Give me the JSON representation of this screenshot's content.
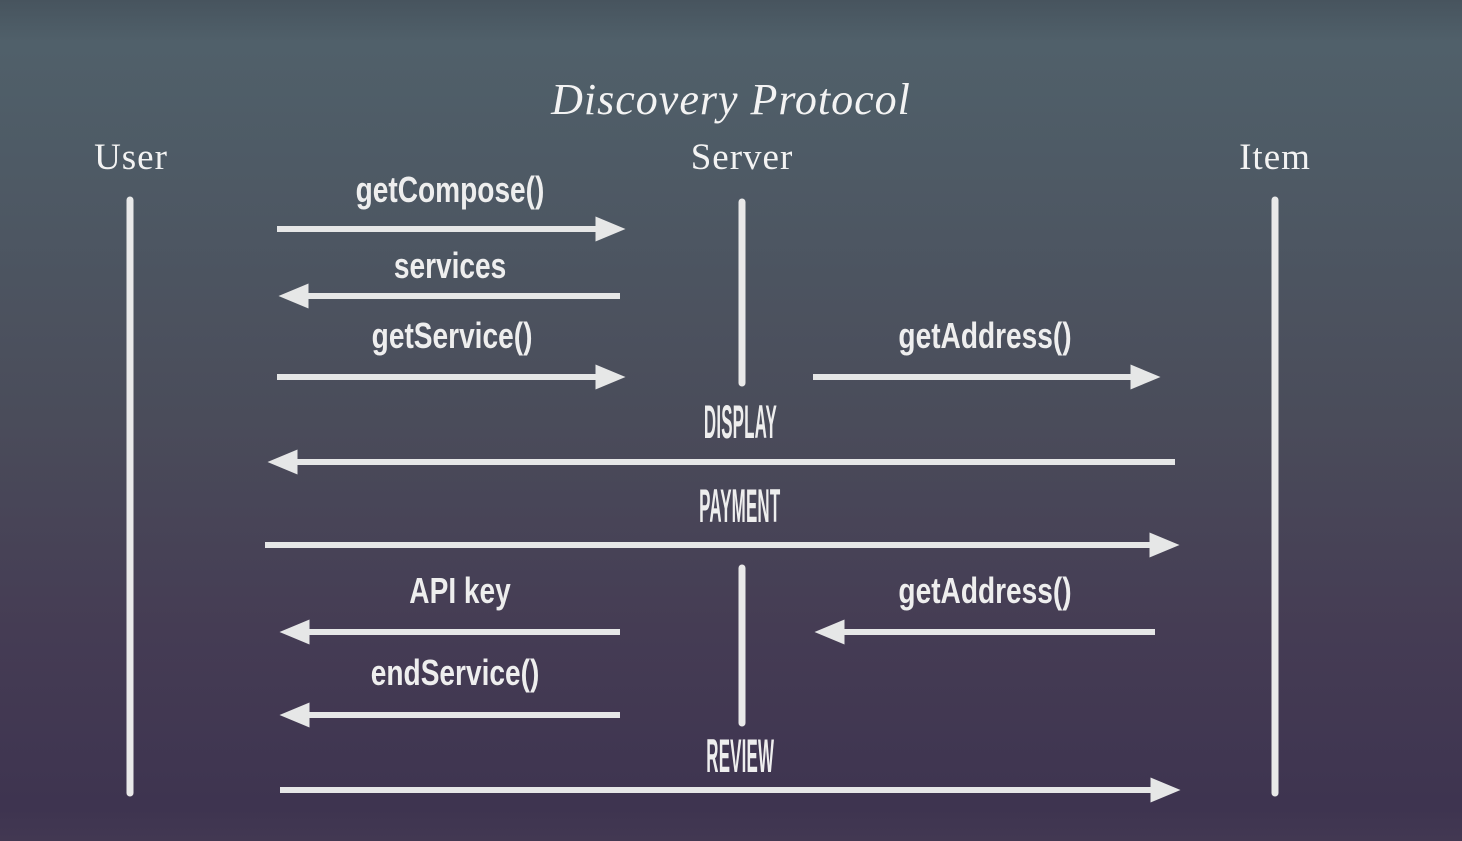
{
  "title": "Discovery Protocol",
  "actors": [
    {
      "name": "User"
    },
    {
      "name": "Server"
    },
    {
      "name": "Item"
    }
  ],
  "messages": [
    {
      "label": "getCompose()",
      "from": "User",
      "to": "Server",
      "direction": "right"
    },
    {
      "label": "services",
      "from": "Server",
      "to": "User",
      "direction": "left"
    },
    {
      "label": "getService()",
      "from": "User",
      "to": "Server",
      "direction": "right"
    },
    {
      "label": "getAddress()",
      "from": "Server",
      "to": "Item",
      "direction": "right"
    },
    {
      "label": "DISPLAY",
      "from": "Item",
      "to": "User",
      "direction": "left"
    },
    {
      "label": "PAYMENT",
      "from": "User",
      "to": "Item",
      "direction": "right"
    },
    {
      "label": "API key",
      "from": "Server",
      "to": "User",
      "direction": "left"
    },
    {
      "label": "getAddress()",
      "from": "Item",
      "to": "Server",
      "direction": "left"
    },
    {
      "label": "endService()",
      "from": "Server",
      "to": "User",
      "direction": "left"
    },
    {
      "label": "REVIEW",
      "from": "User",
      "to": "Item",
      "direction": "right"
    }
  ],
  "colors": {
    "background_top": "#50606a",
    "background_middle": "#4a4c5a",
    "background_bottom": "#3e3450",
    "line": "#e6e7e7",
    "text": "#f3f3f3"
  }
}
